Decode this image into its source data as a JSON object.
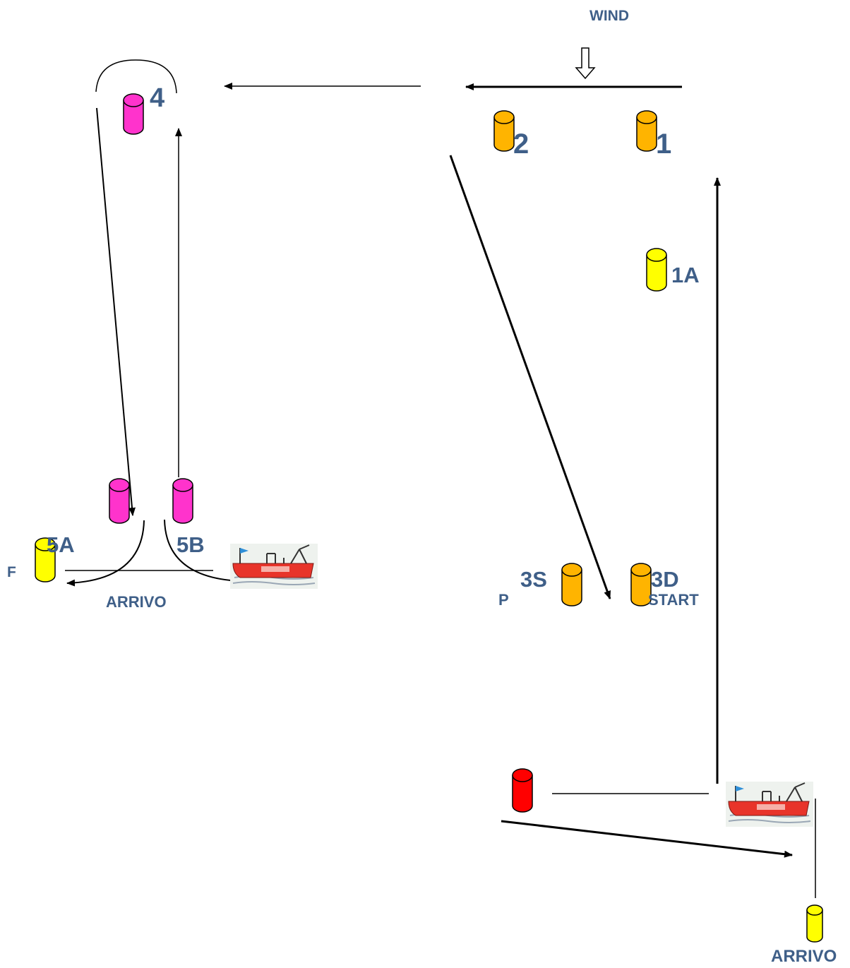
{
  "labels": {
    "wind": "WIND",
    "mark_1": "1",
    "mark_2": "2",
    "mark_1a": "1A",
    "mark_4": "4",
    "mark_3s": "3S",
    "mark_3d": "3D",
    "mark_5a": "5A",
    "mark_5b": "5B",
    "mark_f": "F",
    "mark_p": "P",
    "start": "START",
    "arrivo_left": "ARRIVO",
    "arrivo_bottom": "ARRIVO"
  },
  "colors": {
    "label_text": "#3f5f88",
    "buoy_orange": "#ffb400",
    "buoy_yellow": "#ffff00",
    "buoy_pink": "#ff33cc",
    "buoy_red": "#ff0000",
    "boat_hull": "#e8342a",
    "arrow": "#000000"
  },
  "icons": {
    "wind": "hollow-down-arrow-icon",
    "buoy": "cylinder-buoy-icon",
    "committee_boat": "committee-boat-icon"
  }
}
